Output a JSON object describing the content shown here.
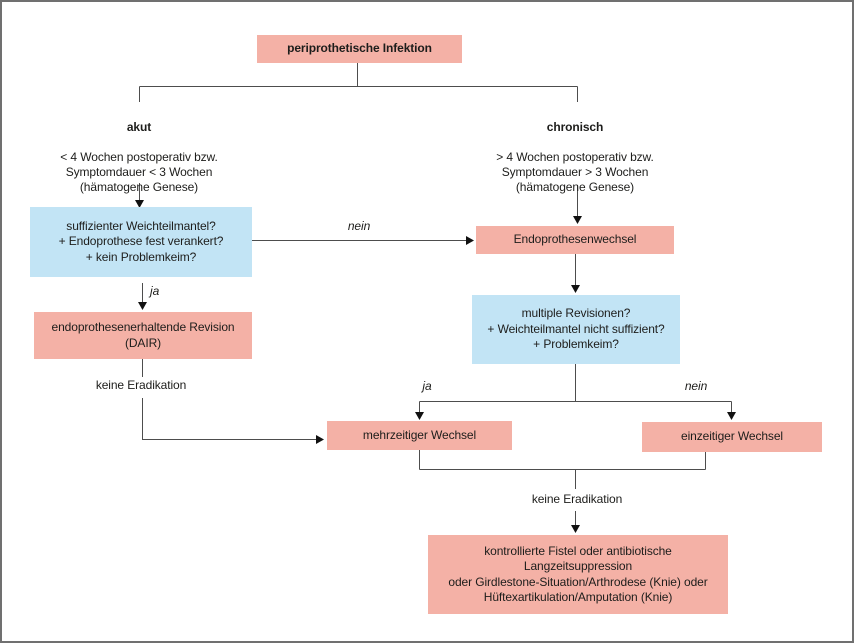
{
  "flowchart": {
    "root": "periprothetische Infektion",
    "acute": {
      "title": "akut",
      "detail": "< 4 Wochen postoperativ bzw.\nSymptomdauer < 3 Wochen\n(hämatogene Genese)"
    },
    "chronic": {
      "title": "chronisch",
      "detail": "> 4 Wochen postoperativ bzw.\nSymptomdauer > 3 Wochen\n(hämatogene Genese)"
    },
    "decision_acute": "suffizienter Weichteilmantel?\n+ Endoprothese fest verankert?\n+ kein Problemkeim?",
    "decision_chronic": "multiple Revisionen?\n+ Weichteilmantel nicht suffizient?\n+ Problemkeim?",
    "endo_exchange": "Endoprothesenwechsel",
    "dair": "endoprothesenerhaltende Revision (DAIR)",
    "multi_stage": "mehrzeitiger Wechsel",
    "single_stage": "einzeitiger Wechsel",
    "salvage": "kontrollierte Fistel oder antibiotische Langzeitsuppression\noder Girdlestone-Situation/Arthrodese (Knie) oder\nHüftexartikulation/Amputation (Knie)",
    "labels": {
      "yes_acute": "ja",
      "no_acute": "nein",
      "yes_chronic": "ja",
      "no_chronic": "nein",
      "no_eradication_left": "keine Eradikation",
      "no_eradication_bottom": "keine Eradikation"
    },
    "colors": {
      "node_pink": "#f4b1a6",
      "node_blue": "#c2e4f5",
      "line": "#4d4d4d",
      "arrowhead": "#111111",
      "text": "#1d1d1b"
    }
  }
}
